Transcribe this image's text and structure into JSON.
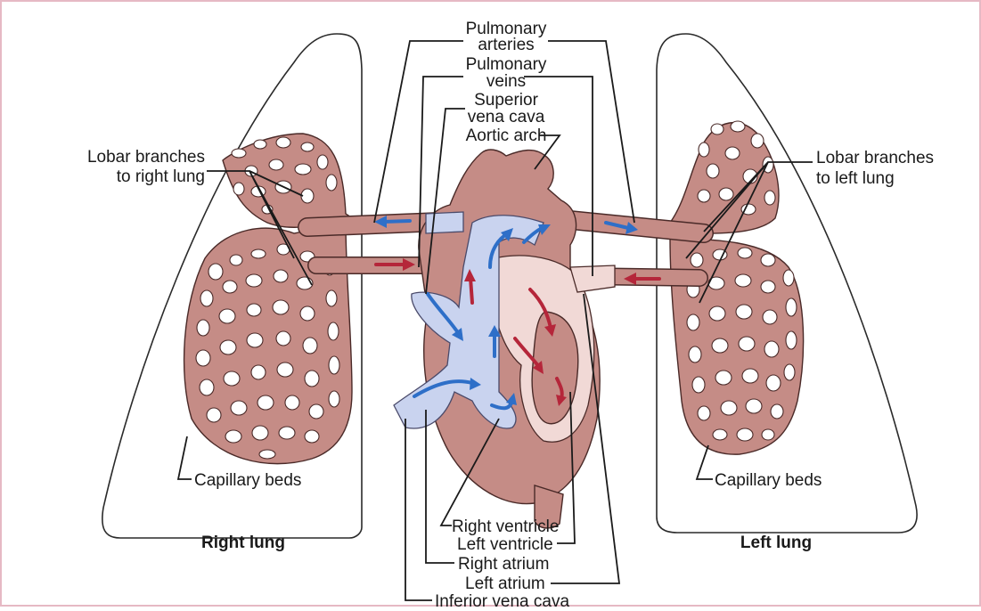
{
  "diagram": {
    "labels": {
      "pulmonary_arteries": [
        "Pulmonary",
        "arteries"
      ],
      "pulmonary_veins": [
        "Pulmonary",
        "veins"
      ],
      "superior_vena_cava": [
        "Superior",
        "vena cava"
      ],
      "aortic_arch": "Aortic arch",
      "lobar_right": [
        "Lobar branches",
        "to right lung"
      ],
      "lobar_left": [
        "Lobar branches",
        "to left lung"
      ],
      "capillary_right": "Capillary beds",
      "capillary_left": "Capillary beds",
      "right_lung": "Right lung",
      "left_lung": "Left lung",
      "right_ventricle": "Right ventricle",
      "left_ventricle": "Left ventricle",
      "right_atrium": "Right atrium",
      "left_atrium": "Left atrium",
      "inferior_vena_cava": "Inferior vena cava"
    },
    "colors": {
      "vessel": "#c58c86",
      "deoxygenated": "#c9d3ef",
      "oxygenated": "#f1d9d6",
      "blue_arrow": "#2e6fc8",
      "red_arrow": "#b5263a"
    }
  }
}
